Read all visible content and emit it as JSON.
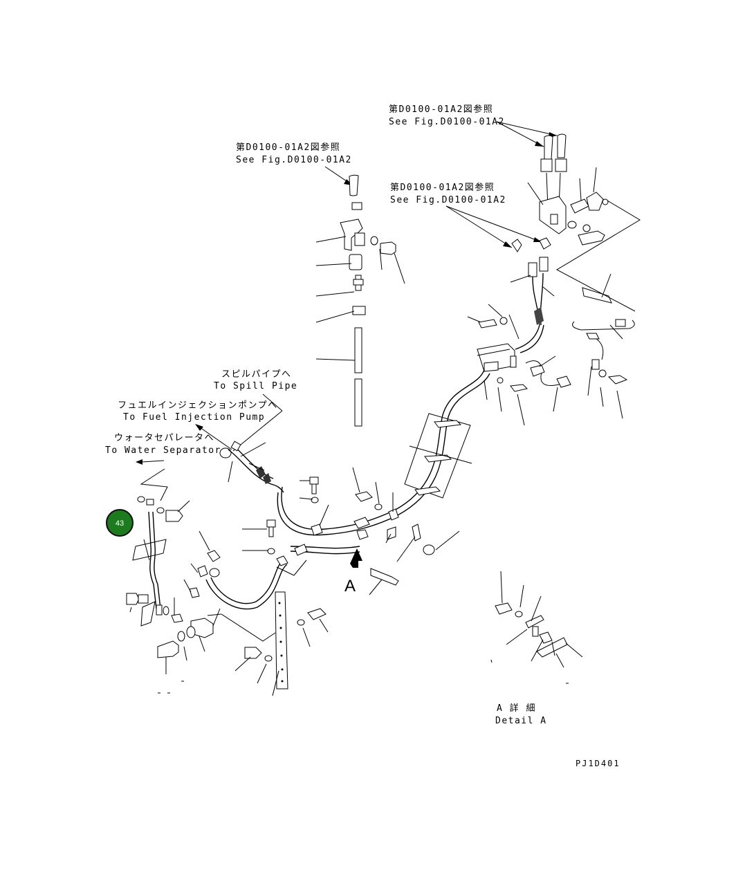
{
  "labels": {
    "ref_top_jp": "第D0100-01A2図参照",
    "ref_top_en": "See Fig.D0100-01A2",
    "ref_mid_left_jp": "第D0100-01A2図参照",
    "ref_mid_left_en": "See Fig.D0100-01A2",
    "ref_mid_right_jp": "第D0100-01A2図参照",
    "ref_mid_right_en": "See Fig.D0100-01A2",
    "spill_jp": "スピルパイプへ",
    "spill_en": "To Spill Pipe",
    "fuel_jp": "フュエルインジェクションポンプへ",
    "fuel_en": "To Fuel Injection Pump",
    "water_jp": "ウォータセパレータへ",
    "water_en": "To Water Separator",
    "view_a": "A",
    "detail_jp": "A 詳 細",
    "detail_en": "Detail A",
    "drawing_code": "PJ1D401"
  },
  "callout": {
    "number": "43",
    "color": "#1e7a1e"
  }
}
